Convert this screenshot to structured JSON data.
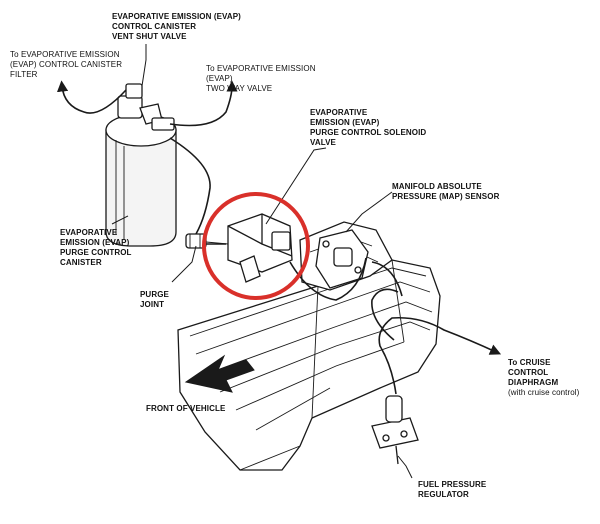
{
  "labels": {
    "vent_valve": [
      "EVAPORATIVE EMISSION (EVAP)",
      "CONTROL CANISTER",
      "VENT SHUT VALVE"
    ],
    "canister_filter": [
      "To EVAPORATIVE EMISSION",
      "(EVAP) CONTROL CANISTER",
      "FILTER"
    ],
    "two_way_valve": [
      "To EVAPORATIVE EMISSION",
      "(EVAP)",
      "TWO WAY VALVE"
    ],
    "purge_solenoid": [
      "EVAPORATIVE",
      "EMISSION (EVAP)",
      "PURGE CONTROL SOLENOID",
      "VALVE"
    ],
    "map_sensor": [
      "MANIFOLD ABSOLUTE",
      "PRESSURE (MAP) SENSOR"
    ],
    "purge_canister": [
      "EVAPORATIVE",
      "EMISSION (EVAP)",
      "PURGE CONTROL",
      "CANISTER"
    ],
    "purge_joint": [
      "PURGE",
      "JOINT"
    ],
    "cruise_control": [
      "To CRUISE",
      "CONTROL",
      "DIAPHRAGM"
    ],
    "cruise_note": "(with cruise control)",
    "front_of_vehicle": "FRONT OF VEHICLE",
    "fuel_regulator": [
      "FUEL PRESSURE",
      "REGULATOR"
    ]
  },
  "colors": {
    "highlight_circle": "#d9302a",
    "ink": "#1a1a1a",
    "background": "#ffffff"
  }
}
